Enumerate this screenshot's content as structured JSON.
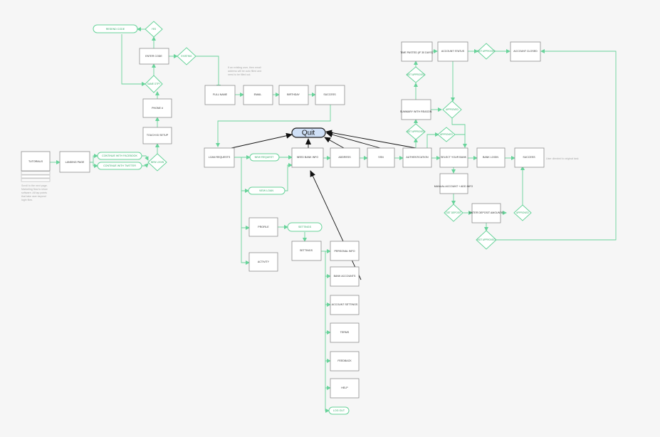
{
  "diagram": {
    "quit_label": "Quit",
    "nodes": {
      "tutorials": "TUTORIALS",
      "landing_page": "LANDING PAGE",
      "continue_facebook": "CONTINUE WITH FACEBOOK",
      "continue_twitter": "CONTINUE WITH TWITTER",
      "new_login": "NEW LOGIN",
      "touch_id_setup": "TOUCH ID SETUP",
      "phone_number": "PHONE #",
      "same_otp": "SAME OTP?",
      "enter_code": "ENTER CODE",
      "yes_top": "YES",
      "resend_code": "RESEND CODE",
      "existing": "EXISTING",
      "full_name": "FULL NAME",
      "email": "EMAIL",
      "birthday": "BIRTHDAY",
      "success_signup": "SUCCESS",
      "loan_requests": "LOAN REQUESTS",
      "new_request": "NEW REQUEST",
      "view_loan": "VIEW LOAN",
      "profile": "PROFILE",
      "activity": "ACTIVITY",
      "settings_pill": "SETTINGS",
      "settings_box": "SETTINGS",
      "personal_info": "PERSONAL INFO",
      "bank_accounts": "BANK ACCOUNTS",
      "account_settings": "ACCOUNT SETTINGS",
      "terms": "TERMS",
      "feedback": "FEEDBACK",
      "help": "HELP",
      "log_out": "LOG OUT",
      "need_bank_info": "NEED BANK INFO",
      "address": "ADDRESS",
      "ssn": "SSN",
      "authentication": "AUTHENTICATION",
      "select_your_bank": "SELECT YOUR BANK",
      "bank_login": "BANK LOGIN",
      "success_loan": "SUCCESS",
      "manual_account_add": "MANUAL ACCOUNT + ADD INFO",
      "get_deposit": "GET DEPOSIT",
      "enter_deposit_amounts": "ENTER DEPOSIT AMOUNTS",
      "approved_deposit": "APPROVED",
      "not_approved_deposit": "NOT APPROVED",
      "approved_auth": "APPROVED",
      "not_approved_auth": "NOT APPROVED",
      "summary_with_reason": "SUMMARY WITH REASON",
      "approved_summary": "APPROVED",
      "not_approved_summary": "NOT APPROVED",
      "time_passed": "TIME PASTED (IF 30 DAYS)",
      "account_status": "ACCOUNT STATUS",
      "not_approved_status": "NOT APPROVED",
      "account_closed": "ACCOUNT CLOSED"
    },
    "notes": {
      "tutorials_note": [
        "Scroll to the next page.",
        "Marketing flow to show",
        "software. All tap points",
        "that take user beyond",
        "login flow."
      ],
      "existing_note": [
        "If an existing user, then email",
        "address will be auto filled and",
        "need to be filled out."
      ],
      "success_note": "User directed to original task"
    },
    "colors": {
      "flow_green": "#68d39a",
      "text_green": "#2fa866",
      "quit_fill": "#cfe0f7",
      "canvas": "#f6f6f6"
    }
  }
}
